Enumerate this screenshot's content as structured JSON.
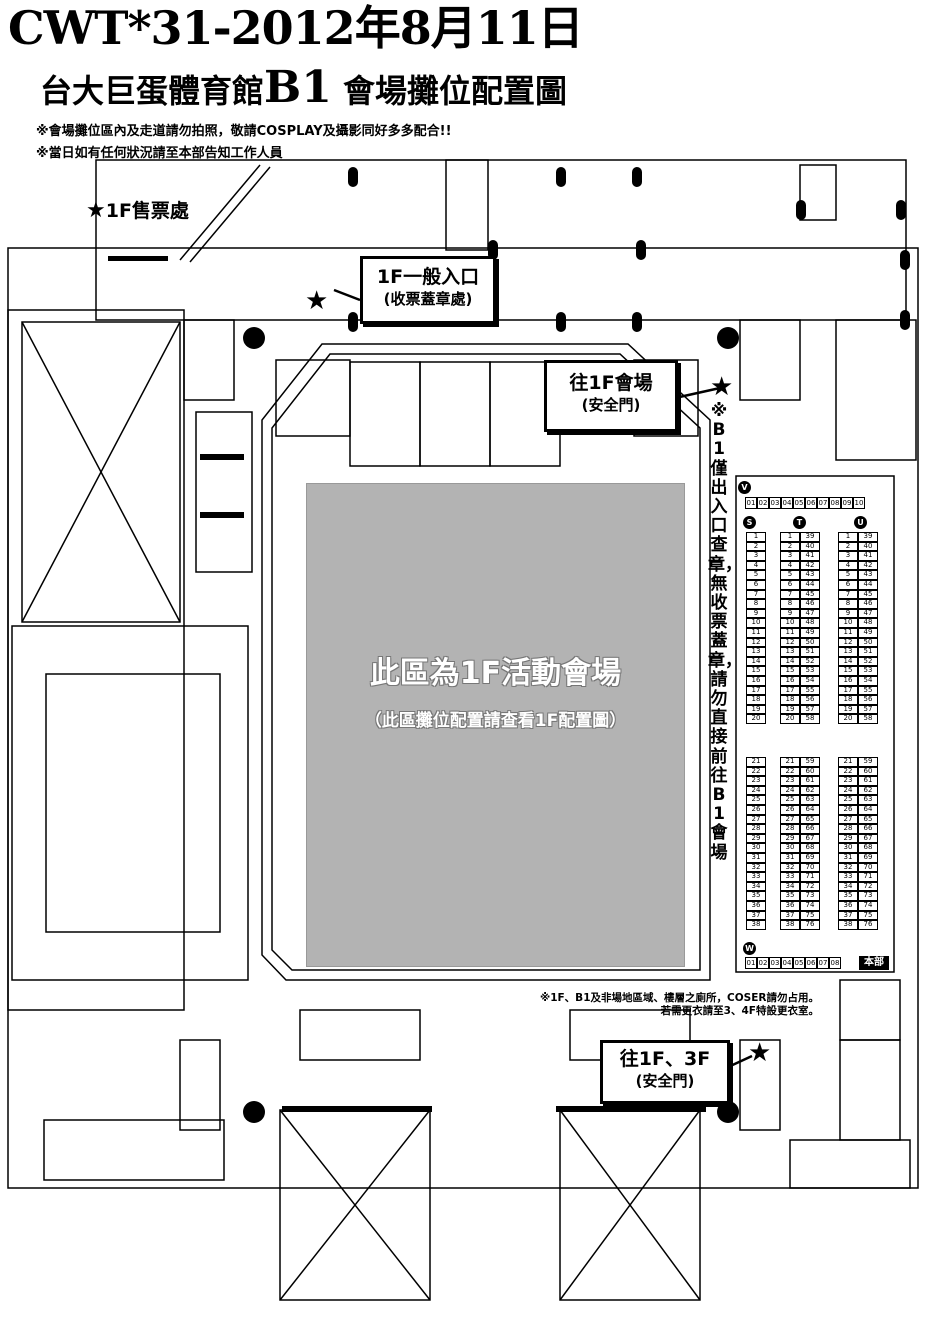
{
  "header": {
    "title": "CWT*31-2012年8月11日",
    "subtitle_prefix": "台大巨蛋體育館",
    "subtitle_b1": "B1",
    "subtitle_suffix": " 會場攤位配置圖",
    "note1": "※會場攤位區內及走道請勿拍照，敬請COSPLAY及攝影同好多多配合!!",
    "note2": "※當日如有任何狀況請至本部告知工作人員"
  },
  "labels": {
    "ticket": "1F售票處",
    "entrance_l1": "1F一般入口",
    "entrance_l2": "(收票蓋章處)",
    "to1f_l1": "往1F會場",
    "to1f_l2": "(安全門)",
    "to1f3f_l1": "往1F、3F",
    "to1f3f_l2": "(安全門)",
    "center_main": "此區為1F活動會場",
    "center_sub": "（此區攤位配置請查看1F配置圖）",
    "vertical_note": "※B1僅出入口查章，無收票蓋章，請勿直接前往B1會場",
    "honbu": "本部",
    "footer_l1": "※1F、B1及非場地區域、樓層之廁所，COSER請勿占用。",
    "footer_l2": "若需更衣請至3、4F特設更衣室。",
    "star": "★"
  },
  "booths": {
    "row_labels": [
      "V",
      "S",
      "T",
      "U",
      "W"
    ],
    "top_row": [
      "01",
      "02",
      "03",
      "04",
      "05",
      "06",
      "07",
      "08",
      "09",
      "10"
    ],
    "bottom_row": [
      "01",
      "02",
      "03",
      "04",
      "05",
      "06",
      "07",
      "08"
    ],
    "col_s_1": [
      "1",
      "2",
      "3",
      "4",
      "5",
      "6",
      "7",
      "8",
      "9",
      "10",
      "11",
      "12",
      "13",
      "14",
      "15",
      "16",
      "17",
      "18",
      "19",
      "20"
    ],
    "col_s_2": [
      "21",
      "22",
      "23",
      "24",
      "25",
      "26",
      "27",
      "28",
      "29",
      "30",
      "31",
      "32",
      "33",
      "34",
      "35",
      "36",
      "37",
      "38"
    ],
    "col_t_left_1": [
      "1",
      "2",
      "3",
      "4",
      "5",
      "6",
      "7",
      "8",
      "9",
      "10",
      "11",
      "12",
      "13",
      "14",
      "15",
      "16",
      "17",
      "18",
      "19",
      "20"
    ],
    "col_t_right_1": [
      "39",
      "40",
      "41",
      "42",
      "43",
      "44",
      "45",
      "46",
      "47",
      "48",
      "49",
      "50",
      "51",
      "52",
      "53",
      "54",
      "55",
      "56",
      "57",
      "58"
    ],
    "col_t_left_2": [
      "21",
      "22",
      "23",
      "24",
      "25",
      "26",
      "27",
      "28",
      "29",
      "30",
      "31",
      "32",
      "33",
      "34",
      "35",
      "36",
      "37",
      "38"
    ],
    "col_t_right_2": [
      "59",
      "60",
      "61",
      "62",
      "63",
      "64",
      "65",
      "66",
      "67",
      "68",
      "69",
      "70",
      "71",
      "72",
      "73",
      "74",
      "75",
      "76"
    ],
    "col_u_left_1": [
      "1",
      "2",
      "3",
      "4",
      "5",
      "6",
      "7",
      "8",
      "9",
      "10",
      "11",
      "12",
      "13",
      "14",
      "15",
      "16",
      "17",
      "18",
      "19",
      "20"
    ],
    "col_u_right_1": [
      "39",
      "40",
      "41",
      "42",
      "43",
      "44",
      "45",
      "46",
      "47",
      "48",
      "49",
      "50",
      "51",
      "52",
      "53",
      "54",
      "55",
      "56",
      "57",
      "58"
    ],
    "col_u_left_2": [
      "21",
      "22",
      "23",
      "24",
      "25",
      "26",
      "27",
      "28",
      "29",
      "30",
      "31",
      "32",
      "33",
      "34",
      "35",
      "36",
      "37",
      "38"
    ],
    "col_u_right_2": [
      "59",
      "60",
      "61",
      "62",
      "63",
      "64",
      "65",
      "66",
      "67",
      "68",
      "69",
      "70",
      "71",
      "72",
      "73",
      "74",
      "75",
      "76"
    ]
  }
}
